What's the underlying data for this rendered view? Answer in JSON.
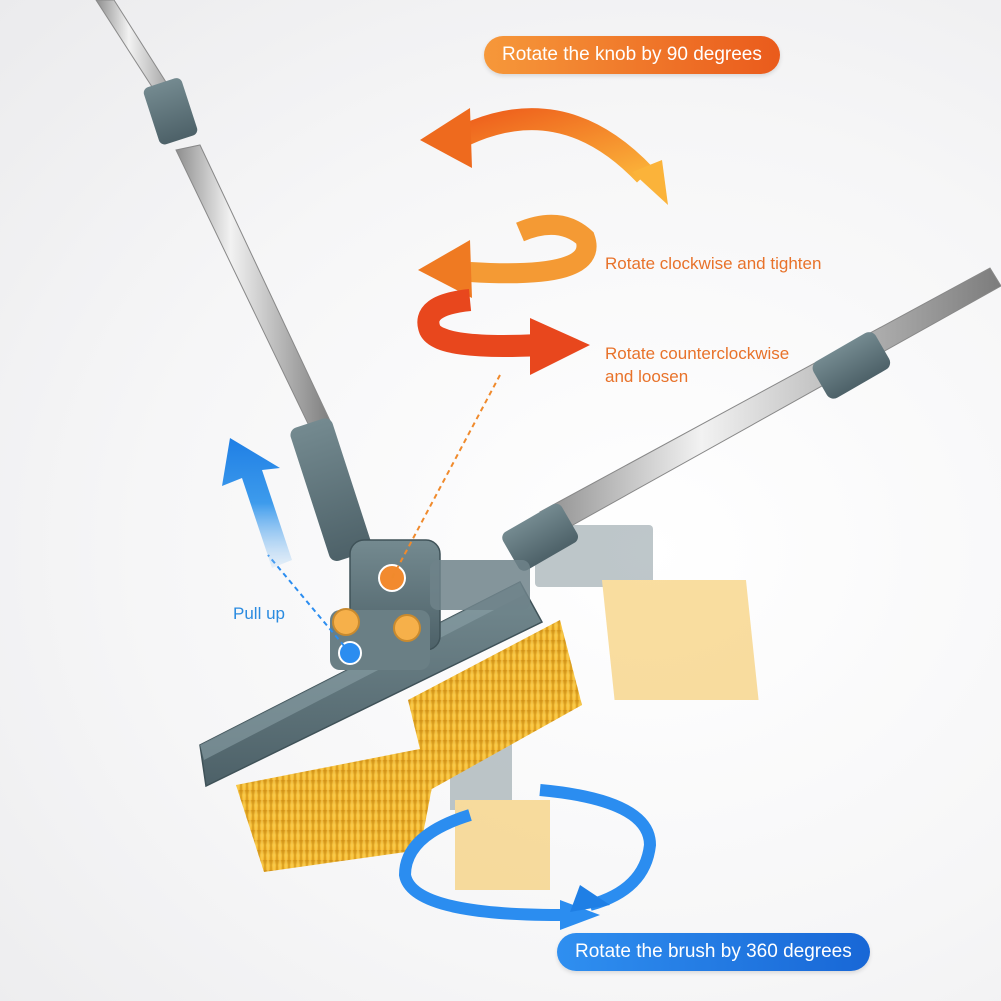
{
  "callouts": {
    "rotate_knob": "Rotate the knob by 90 degrees",
    "rotate_clockwise": "Rotate clockwise and tighten",
    "rotate_counterclockwise_line1": "Rotate counterclockwise",
    "rotate_counterclockwise_line2": "and loosen",
    "pull_up": "Pull up",
    "rotate_brush": "Rotate the brush by 360 degrees"
  },
  "colors": {
    "orange_accent": "#f08a2c",
    "red_accent": "#e8471d",
    "blue_accent": "#1f7fe5",
    "handle_gray": "#5c7279",
    "bristle_yellow": "#f2b52a",
    "pole_silver": "#c9c9c9"
  },
  "icons": [
    "rotate-90-arrow-icon",
    "clockwise-arrow-icon",
    "counterclockwise-arrow-icon",
    "pull-up-arrow-icon",
    "rotate-360-arrow-icon"
  ]
}
